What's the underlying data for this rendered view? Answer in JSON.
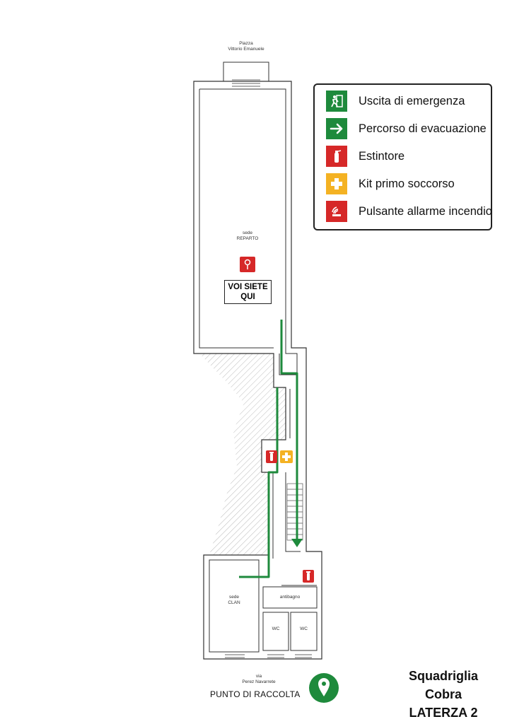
{
  "streets": {
    "north": "Piazza\nVittorio Emanuele",
    "south": "via\nPerez Navarrete"
  },
  "rooms": {
    "reparto": "sede\nREPARTO",
    "clan": "sede\nCLAN",
    "antibagno": "antibagno",
    "wc1": "WC",
    "wc2": "WC"
  },
  "you_are_here": "VOI SIETE\nQUI",
  "legend": {
    "items": [
      {
        "icon": "emergency-exit-icon",
        "label": "Uscita di emergenza",
        "color": "#1e8a3c"
      },
      {
        "icon": "evacuation-arrow-icon",
        "label": "Percorso di evacuazione",
        "color": "#1e8a3c"
      },
      {
        "icon": "fire-extinguisher-icon",
        "label": "Estintore",
        "color": "#d62828"
      },
      {
        "icon": "first-aid-icon",
        "label": "Kit primo soccorso",
        "color": "#f4b223"
      },
      {
        "icon": "fire-alarm-icon",
        "label": "Pulsante allarme incendio",
        "color": "#d62828"
      }
    ]
  },
  "assembly_point": "PUNTO DI RACCOLTA",
  "team": {
    "name": "Squadriglia Cobra",
    "group": "LATERZA 2"
  },
  "colors": {
    "green": "#1e8a3c",
    "red": "#d62828",
    "yellow": "#f4b223",
    "wall": "#333333"
  }
}
